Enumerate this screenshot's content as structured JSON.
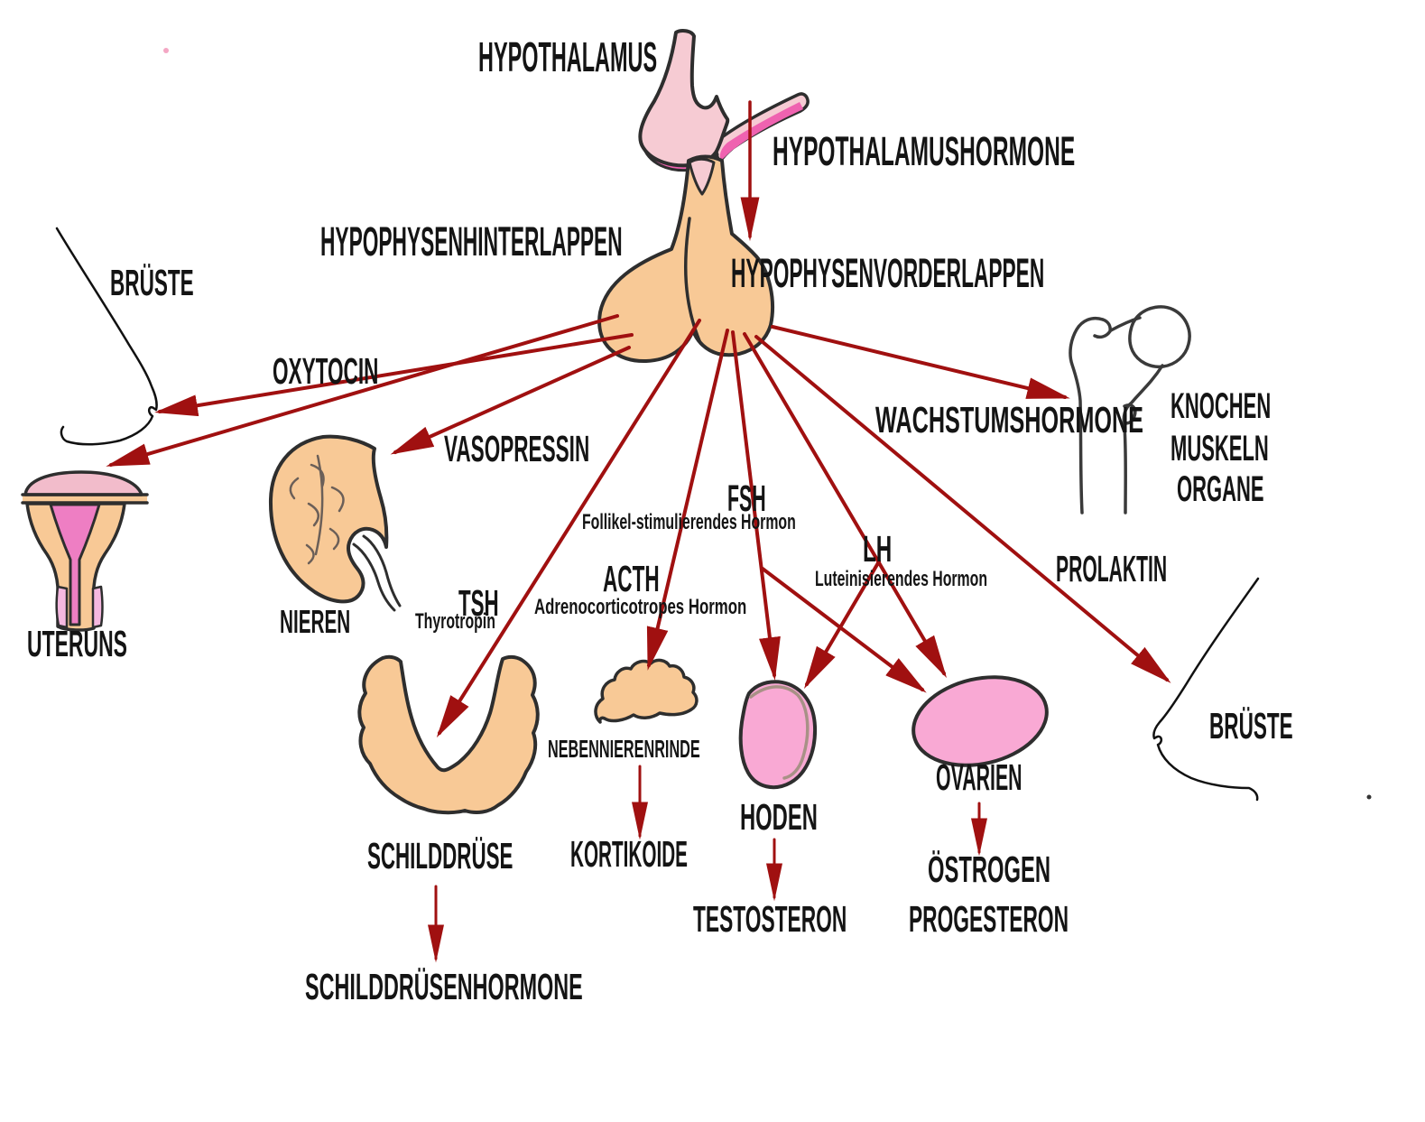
{
  "labels": {
    "hypothalamus": "HYPOTHALAMUS",
    "hypothalamushormone": "HYPOTHALAMUSHORMONE",
    "hypophysenhinterlappen": "HYPOPHYSENHINTERLAPPEN",
    "hypophysenvorderlappen": "HYPOPHYSENVORDERLAPPEN",
    "brueste_links": "BRÜSTE",
    "oxytocin": "OXYTOCIN",
    "vasopressin": "VASOPRESSIN",
    "nieren": "NIEREN",
    "uteruns": "UTERUNS",
    "tsh": "TSH",
    "tsh_sub": "Thyrotropin",
    "acth": "ACTH",
    "acth_sub": "Adrenocorticotropes Hormon",
    "fsh": "FSH",
    "fsh_sub": "Follikel-stimulierendes Hormon",
    "lh": "LH",
    "lh_sub": "Luteinisierendes Hormon",
    "wachstumshormone": "WACHSTUMSHORMONE",
    "knochen": "KNOCHEN",
    "muskeln": "MUSKELN",
    "organe": "ORGANE",
    "prolaktin": "PROLAKTIN",
    "nebennierenrinde": "NEBENNIERENRINDE",
    "schilddruese": "SCHILDDRÜSE",
    "kortikoide": "KORTIKOIDE",
    "hoden": "HODEN",
    "ovarien": "OVARIEN",
    "testosteron": "TESTOSTERON",
    "oestrogen": "ÖSTROGEN",
    "progesteron": "PROGESTERON",
    "schilddruesenhormone": "SCHILDDRÜSENHORMONE",
    "brueste_rechts": "BRÜSTE"
  },
  "colors": {
    "arrow_red": "#A01010",
    "organ_tan": "#F8C996",
    "hypothalamus_pink": "#F6CBD3",
    "accent_magenta": "#EF62B0",
    "gonad_pink": "#F9A9D4",
    "uterus_cavity_pink": "#EE7EC3",
    "uterus_fundus_pink": "#F2BCCB",
    "vagina_pink": "#F5B8E0",
    "outline_dark": "#2E2E2E",
    "text_black": "#141414"
  },
  "connections": [
    {
      "from": "Hypothalamus",
      "hormone": "Hypothalamushormone",
      "to": "Hypophysenvorderlappen"
    },
    {
      "from": "Hypophysenhinterlappen",
      "hormone": "Oxytocin",
      "to": "Brüste"
    },
    {
      "from": "Hypophysenhinterlappen",
      "hormone": "Oxytocin",
      "to": "Uteruns"
    },
    {
      "from": "Hypophysenhinterlappen",
      "hormone": "Vasopressin",
      "to": "Nieren"
    },
    {
      "from": "Hypophysenvorderlappen",
      "hormone": "TSH (Thyrotropin)",
      "to": "Schilddrüse"
    },
    {
      "from": "Hypophysenvorderlappen",
      "hormone": "ACTH (Adrenocorticotropes Hormon)",
      "to": "Nebennierenrinde"
    },
    {
      "from": "Hypophysenvorderlappen",
      "hormone": "FSH (Follikel-stimulierendes Hormon)",
      "to": "Hoden / Ovarien"
    },
    {
      "from": "Hypophysenvorderlappen",
      "hormone": "LH (Luteinisierendes Hormon)",
      "to": "Hoden / Ovarien"
    },
    {
      "from": "Hypophysenvorderlappen",
      "hormone": "Wachstumshormone",
      "to": "Knochen Muskeln Organe"
    },
    {
      "from": "Hypophysenvorderlappen",
      "hormone": "Prolaktin",
      "to": "Brüste"
    },
    {
      "from": "Schilddrüse",
      "to": "Schilddrüsenhormone"
    },
    {
      "from": "Nebennierenrinde",
      "to": "Kortikoide"
    },
    {
      "from": "Hoden",
      "to": "Testosteron"
    },
    {
      "from": "Ovarien",
      "to": "Östrogen / Progesteron"
    }
  ]
}
